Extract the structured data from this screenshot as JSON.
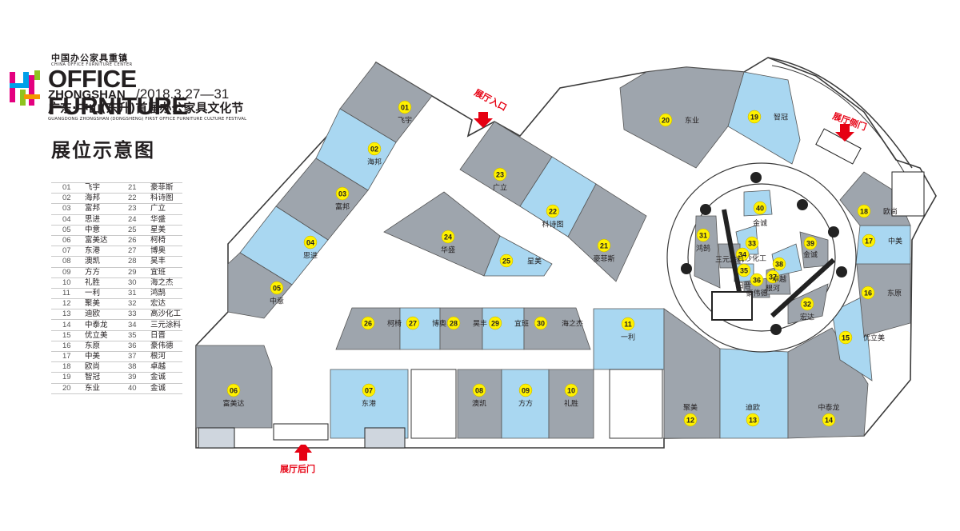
{
  "header": {
    "center_cn": "中国办公家具重镇",
    "center_en": "CHINA OFFICE FURNITURE CENTER",
    "title_line1": "OFFICE FURNITURE",
    "title_city": "ZHONGSHAN",
    "title_date": "/2018.3.27—31",
    "festival_cn": "广东·中山(东升)首届办公家具文化节",
    "festival_en": "GUANGDONG ZHONGSHAN (DONGSHENG) FIRST OFFICE FURNITURE CULTURE FESTIVAL",
    "plan_title": "展位示意图"
  },
  "colors": {
    "gray_booth": "#9ea5ad",
    "blue_booth": "#a9d7f1",
    "corridor": "#ffffff",
    "wall": "#3a3a3a",
    "badge": "#fff100",
    "arrow": "#e60012",
    "logo": [
      "#e4007f",
      "#00a0e9",
      "#8fc31f",
      "#f39800"
    ]
  },
  "legend": [
    {
      "n": "01",
      "name": "飞宇",
      "n2": "21",
      "name2": "豪菲斯"
    },
    {
      "n": "02",
      "name": "海邦",
      "n2": "22",
      "name2": "科诗图"
    },
    {
      "n": "03",
      "name": "富邦",
      "n2": "23",
      "name2": "广立"
    },
    {
      "n": "04",
      "name": "思进",
      "n2": "24",
      "name2": "华盛"
    },
    {
      "n": "05",
      "name": "中意",
      "n2": "25",
      "name2": "星美"
    },
    {
      "n": "06",
      "name": "富美达",
      "n2": "26",
      "name2": "柯椅"
    },
    {
      "n": "07",
      "name": "东港",
      "n2": "27",
      "name2": "博奥"
    },
    {
      "n": "08",
      "name": "澳凯",
      "n2": "28",
      "name2": "昊丰"
    },
    {
      "n": "09",
      "name": "方方",
      "n2": "29",
      "name2": "宜班"
    },
    {
      "n": "10",
      "name": "礼胜",
      "n2": "30",
      "name2": "海之杰"
    },
    {
      "n": "11",
      "name": "一利",
      "n2": "31",
      "name2": "鸿鹄"
    },
    {
      "n": "12",
      "name": "聚美",
      "n2": "32",
      "name2": "宏达"
    },
    {
      "n": "13",
      "name": "迪欧",
      "n2": "33",
      "name2": "高沙化工"
    },
    {
      "n": "14",
      "name": "中泰龙",
      "n2": "34",
      "name2": "三元涂料"
    },
    {
      "n": "15",
      "name": "优立美",
      "n2": "35",
      "name2": "日晋"
    },
    {
      "n": "16",
      "name": "东原",
      "n2": "36",
      "name2": "豪伟德"
    },
    {
      "n": "17",
      "name": "中美",
      "n2": "37",
      "name2": "根河"
    },
    {
      "n": "18",
      "name": "欧尚",
      "n2": "38",
      "name2": "卓越"
    },
    {
      "n": "19",
      "name": "智冠",
      "n2": "39",
      "name2": "金诚"
    },
    {
      "n": "20",
      "name": "东业",
      "n2": "40",
      "name2": "金诚"
    }
  ],
  "booths": [
    {
      "num": "01",
      "name": "飞宇"
    },
    {
      "num": "02",
      "name": "海邦"
    },
    {
      "num": "03",
      "name": "富邦"
    },
    {
      "num": "04",
      "name": "思进"
    },
    {
      "num": "05",
      "name": "中意"
    },
    {
      "num": "06",
      "name": "富美达"
    },
    {
      "num": "07",
      "name": "东港"
    },
    {
      "num": "08",
      "name": "澳凯"
    },
    {
      "num": "09",
      "name": "方方"
    },
    {
      "num": "10",
      "name": "礼胜"
    },
    {
      "num": "11",
      "name": "一利"
    },
    {
      "num": "12",
      "name": "聚美"
    },
    {
      "num": "13",
      "name": "迪欧"
    },
    {
      "num": "14",
      "name": "中泰龙"
    },
    {
      "num": "15",
      "name": "优立美"
    },
    {
      "num": "16",
      "name": "东原"
    },
    {
      "num": "17",
      "name": "中美"
    },
    {
      "num": "18",
      "name": "欧尚"
    },
    {
      "num": "19",
      "name": "智冠"
    },
    {
      "num": "20",
      "name": "东业"
    },
    {
      "num": "21",
      "name": "豪菲斯"
    },
    {
      "num": "22",
      "name": "科诗图"
    },
    {
      "num": "23",
      "name": "广立"
    },
    {
      "num": "24",
      "name": "华盛"
    },
    {
      "num": "25",
      "name": "星美"
    },
    {
      "num": "26",
      "name": "柯椅"
    },
    {
      "num": "27",
      "name": "博奥"
    },
    {
      "num": "28",
      "name": "昊丰"
    },
    {
      "num": "29",
      "name": "宜班"
    },
    {
      "num": "30",
      "name": "海之杰"
    },
    {
      "num": "31",
      "name": "鸿鹄"
    },
    {
      "num": "32",
      "name": "宏达"
    },
    {
      "num": "33",
      "name": "高沙化工"
    },
    {
      "num": "34",
      "name": "三元涂料"
    },
    {
      "num": "35",
      "name": "日晋"
    },
    {
      "num": "36",
      "name": "豪伟德"
    },
    {
      "num": "37",
      "name": "根河"
    },
    {
      "num": "38",
      "name": "卓越"
    },
    {
      "num": "39",
      "name": "金诚"
    },
    {
      "num": "40",
      "name": "金诚"
    }
  ],
  "entrances": {
    "main": "展厅入口",
    "side": "展厅侧门",
    "back": "展厅后门"
  }
}
